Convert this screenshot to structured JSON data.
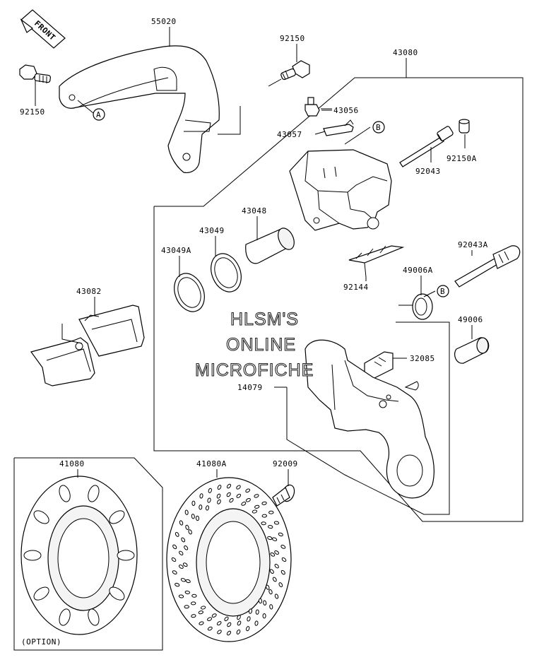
{
  "front_badge": "FRONT",
  "parts": {
    "p55020": "55020",
    "p92150_top": "92150",
    "p92150_left": "92150",
    "p43080": "43080",
    "p43056": "43056",
    "p43057": "43057",
    "p92150A": "92150A",
    "p92043": "92043",
    "p43048": "43048",
    "p43049": "43049",
    "p43049A": "43049A",
    "p92043A": "92043A",
    "p49006A": "49006A",
    "p92144": "92144",
    "p43082": "43082",
    "p49006": "49006",
    "p32085": "32085",
    "p14079": "14079",
    "p41080": "41080",
    "p41080A": "41080A",
    "p92009": "92009"
  },
  "callouts": {
    "a": "A",
    "b_top": "B",
    "b_mid": "B"
  },
  "option_label": "(OPTION)",
  "watermark": [
    "HLSM'S",
    "ONLINE",
    "MICROFICHE"
  ]
}
